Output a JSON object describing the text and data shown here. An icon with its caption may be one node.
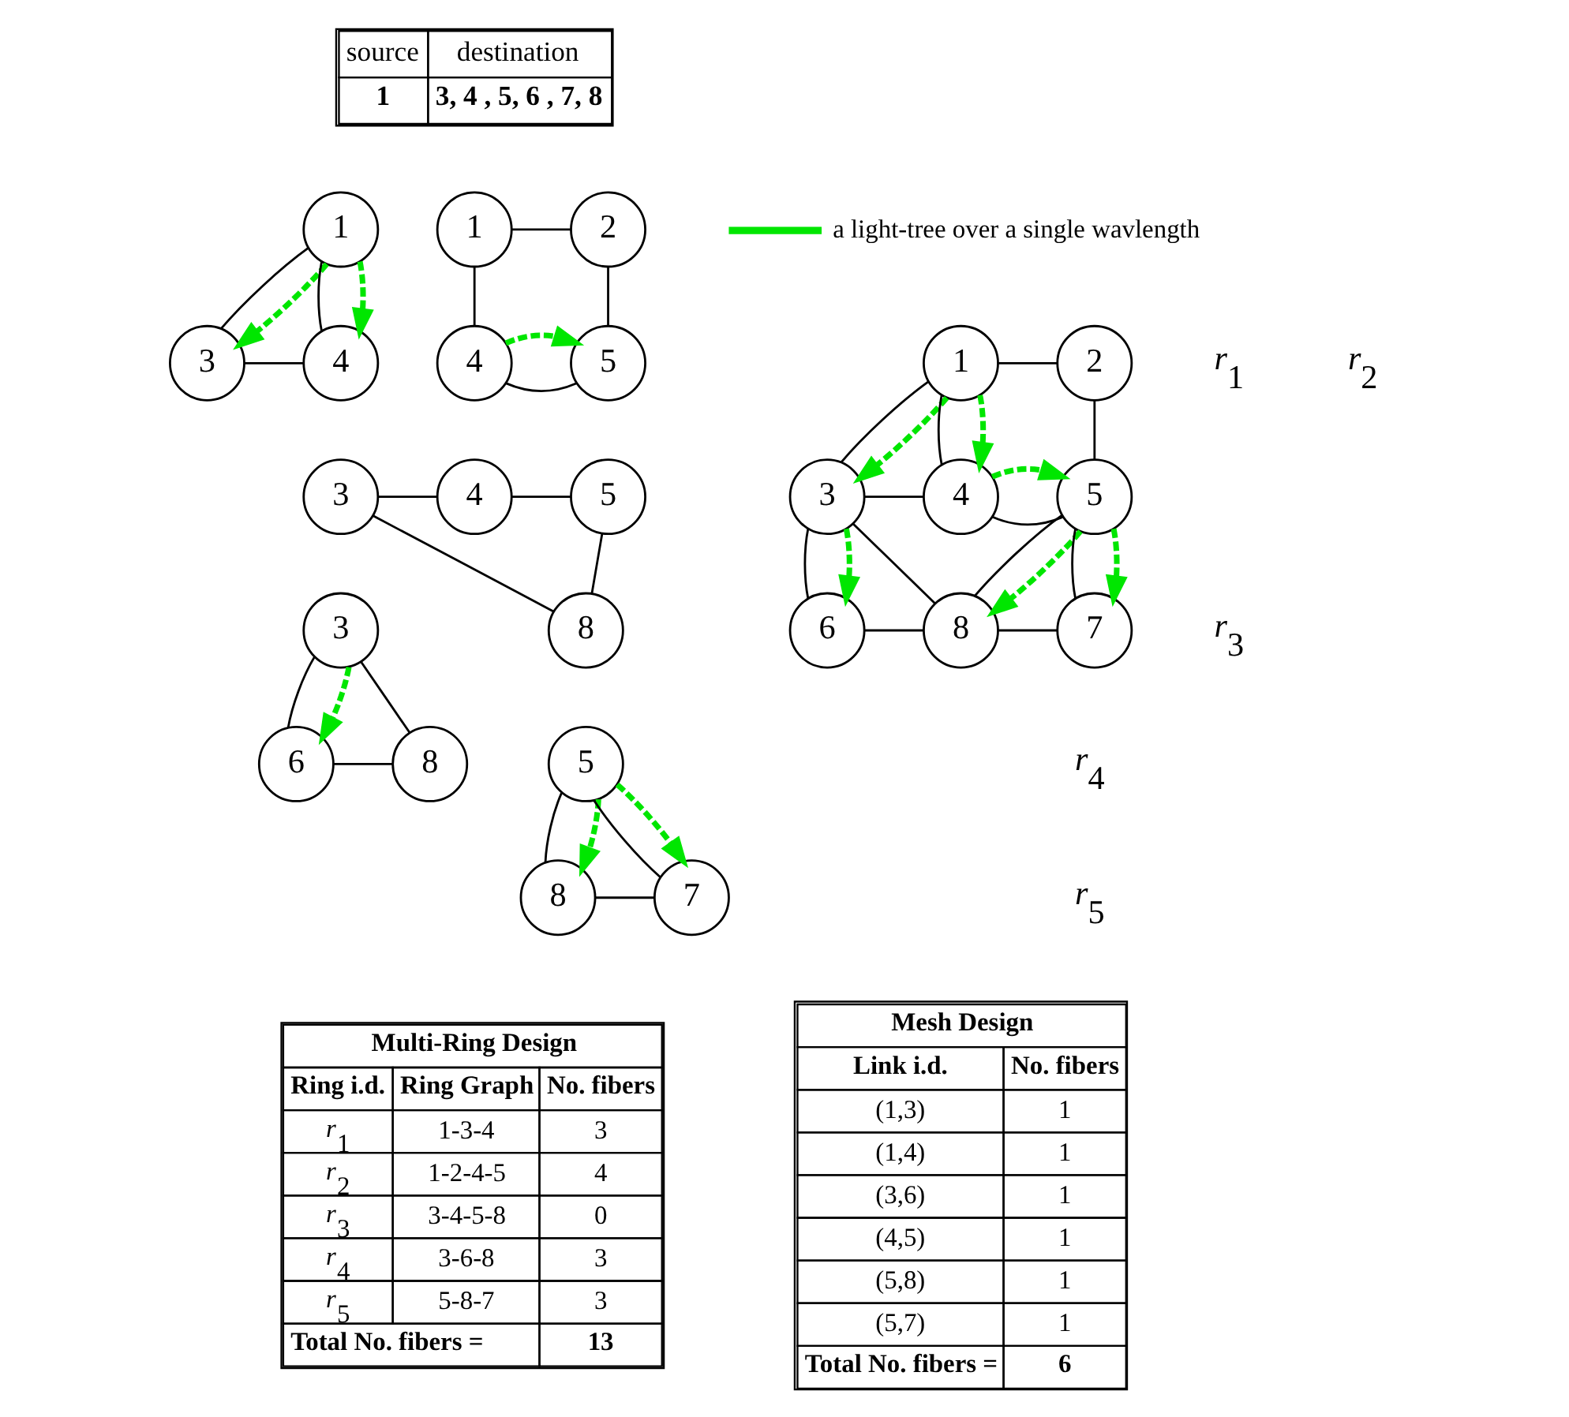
{
  "diagram": {
    "nodes": [
      {
        "text": [
          "1"
        ]
      },
      {
        "text": [
          "2"
        ]
      },
      {
        "text": [
          "3"
        ]
      },
      {
        "text": [
          "4"
        ]
      },
      {
        "text": [
          "5"
        ]
      },
      {
        "text": [
          "6"
        ]
      },
      {
        "text": [
          "8"
        ]
      },
      {
        "text": [
          "7"
        ]
      },
      {
        "text": [
          "1"
        ]
      },
      {
        "text": [
          "3"
        ]
      },
      {
        "text": [
          "4"
        ]
      },
      {
        "text": [
          "1"
        ]
      },
      {
        "text": [
          "2"
        ]
      },
      {
        "text": [
          "4"
        ]
      },
      {
        "text": [
          "5"
        ]
      },
      {
        "text": [
          "3"
        ]
      },
      {
        "text": [
          "4"
        ]
      },
      {
        "text": [
          "5"
        ]
      },
      {
        "text": [
          "8"
        ]
      },
      {
        "text": [
          "3"
        ]
      },
      {
        "text": [
          "6"
        ]
      },
      {
        "text": [
          "8"
        ]
      },
      {
        "text": [
          "5"
        ]
      },
      {
        "text": [
          "8"
        ]
      },
      {
        "text": [
          "7"
        ]
      }
    ],
    "edges": [
      {
        "from": 0,
        "to": 1,
        "arrow": "none"
      },
      {
        "from": 0,
        "to": 2,
        "arrow": "none"
      },
      {
        "from": 0,
        "to": 3,
        "arrow": "none"
      },
      {
        "from": 1,
        "to": 4,
        "arrow": "none"
      },
      {
        "from": 2,
        "to": 3,
        "arrow": "none"
      },
      {
        "from": 3,
        "to": 4,
        "arrow": "none"
      },
      {
        "from": 2,
        "to": 5,
        "arrow": "none"
      },
      {
        "from": 2,
        "to": 6,
        "arrow": "none"
      },
      {
        "from": 4,
        "to": 6,
        "arrow": "none"
      },
      {
        "from": 4,
        "to": 7,
        "arrow": "none"
      },
      {
        "from": 5,
        "to": 6,
        "arrow": "none"
      },
      {
        "from": 6,
        "to": 7,
        "arrow": "none"
      },
      {
        "from": 0,
        "to": 2,
        "arrow": "to",
        "style": "dashed",
        "color": "#00e600"
      },
      {
        "from": 0,
        "to": 3,
        "arrow": "to",
        "style": "dashed",
        "color": "#00e600"
      },
      {
        "from": 3,
        "to": 4,
        "arrow": "to",
        "style": "dashed",
        "color": "#00e600"
      },
      {
        "from": 2,
        "to": 5,
        "arrow": "to",
        "style": "dashed",
        "color": "#00e600"
      },
      {
        "from": 4,
        "to": 6,
        "arrow": "to",
        "style": "dashed",
        "color": "#00e600"
      },
      {
        "from": 4,
        "to": 7,
        "arrow": "to",
        "style": "dashed",
        "color": "#00e600"
      },
      {
        "from": 8,
        "to": 9,
        "arrow": "none"
      },
      {
        "from": 8,
        "to": 10,
        "arrow": "none"
      },
      {
        "from": 9,
        "to": 10,
        "arrow": "none"
      },
      {
        "from": 8,
        "to": 9,
        "arrow": "to",
        "style": "dashed",
        "color": "#00e600"
      },
      {
        "from": 8,
        "to": 10,
        "arrow": "to",
        "style": "dashed",
        "color": "#00e600"
      },
      {
        "from": 11,
        "to": 12,
        "arrow": "none"
      },
      {
        "from": 11,
        "to": 13,
        "arrow": "none"
      },
      {
        "from": 12,
        "to": 14,
        "arrow": "none"
      },
      {
        "from": 13,
        "to": 14,
        "arrow": "none"
      },
      {
        "from": 13,
        "to": 14,
        "arrow": "to",
        "style": "dashed",
        "color": "#00e600"
      },
      {
        "from": 15,
        "to": 16,
        "arrow": "none"
      },
      {
        "from": 16,
        "to": 17,
        "arrow": "none"
      },
      {
        "from": 15,
        "to": 18,
        "arrow": "none"
      },
      {
        "from": 17,
        "to": 18,
        "arrow": "none"
      },
      {
        "from": 19,
        "to": 20,
        "arrow": "none"
      },
      {
        "from": 19,
        "to": 21,
        "arrow": "none"
      },
      {
        "from": 20,
        "to": 21,
        "arrow": "none"
      },
      {
        "from": 19,
        "to": 20,
        "arrow": "to",
        "style": "dashed",
        "color": "#00e600"
      },
      {
        "from": 22,
        "to": 23,
        "arrow": "none"
      },
      {
        "from": 22,
        "to": 24,
        "arrow": "none"
      },
      {
        "from": 23,
        "to": 24,
        "arrow": "none"
      },
      {
        "from": 22,
        "to": 23,
        "arrow": "to",
        "style": "dashed",
        "color": "#00e600"
      },
      {
        "from": 22,
        "to": 24,
        "arrow": "to",
        "style": "dashed",
        "color": "#00e600"
      }
    ],
    "labels": [
      "source",
      "destination",
      "1",
      "3, 4 , 5, 6 , 7, 8",
      "*r*$_{1}$",
      "*r*$_{2}$",
      "*r*$_{3}$",
      "*r*$_{4}$",
      "*r*$_{5}$",
      "Mesh Design",
      "Link i.d.",
      "No. fibers",
      "(1,3)",
      "1",
      "(1,4)",
      "1",
      "(3,6)",
      "1",
      "(4,5)",
      "1",
      "(5,8)",
      "1",
      "(5,7)",
      "1",
      "Total No. fibers =",
      "6",
      "Multi-Ring Design",
      "Ring i.d.",
      "Ring Graph",
      "No. fibers",
      "*r*$_{1}$",
      "1-3-4",
      "3",
      "*r*$_{2}$",
      "1-2-4-5",
      "4",
      "*r*$_{3}$",
      "3-4-5-8",
      "0",
      "*r*$_{4}$",
      "3-6-8",
      "3",
      "*r*$_{5}$",
      "5-8-7",
      "3",
      "Total No. fibers =",
      "13"
    ],
    "legend": [
      {
        "text": "a light-tree over a single wavlength"
      }
    ]
  }
}
